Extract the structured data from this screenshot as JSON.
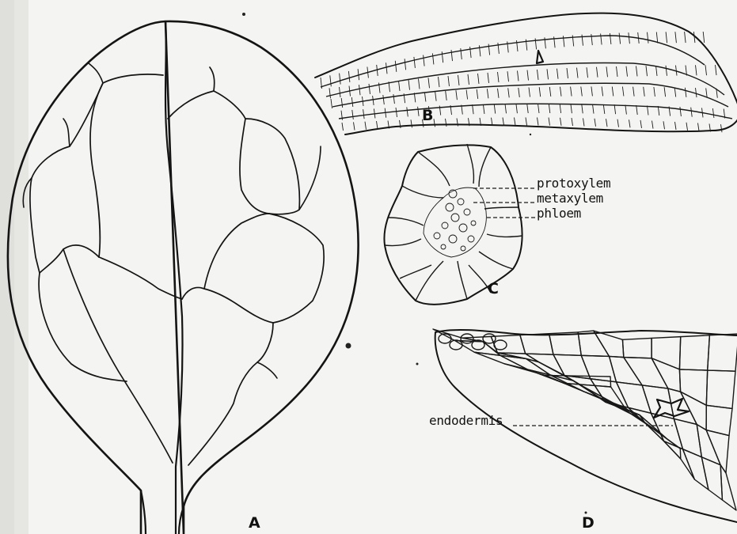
{
  "figure": {
    "panels": [
      {
        "id": "A",
        "label": "A"
      },
      {
        "id": "B",
        "label": "B"
      },
      {
        "id": "C",
        "label": "C"
      },
      {
        "id": "D",
        "label": "D"
      }
    ],
    "callouts": {
      "protoxylem": "protoxylem",
      "metaxylem": "metaxylem",
      "phloem": "phloem",
      "endodermis": "endodermis"
    }
  }
}
